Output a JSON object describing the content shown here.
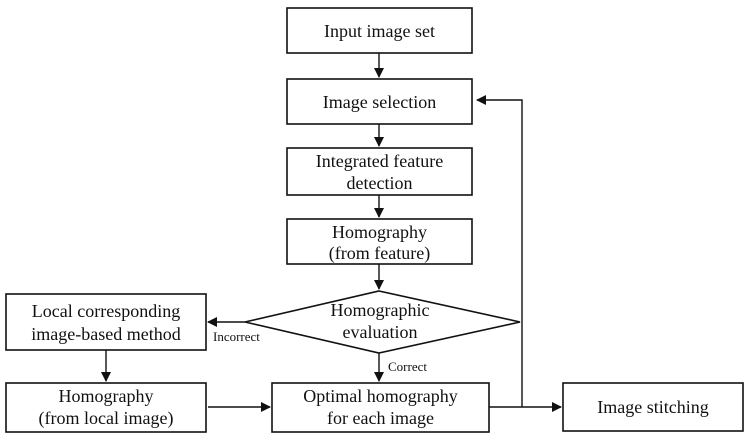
{
  "nodes": {
    "input_image_set": {
      "lines": [
        "Input image set"
      ]
    },
    "image_selection": {
      "lines": [
        "Image selection"
      ]
    },
    "integrated_feature_detection": {
      "lines": [
        "Integrated feature",
        "detection"
      ]
    },
    "homography_feature": {
      "lines": [
        "Homography",
        "(from feature)"
      ]
    },
    "homographic_evaluation": {
      "lines": [
        "Homographic",
        "evaluation"
      ]
    },
    "local_method": {
      "lines": [
        "Local corresponding",
        "image-based method"
      ]
    },
    "homography_local": {
      "lines": [
        "Homography",
        "(from local image)"
      ]
    },
    "optimal_homography": {
      "lines": [
        "Optimal homography",
        "for each image"
      ]
    },
    "image_stitching": {
      "lines": [
        "Image stitching"
      ]
    }
  },
  "edge_labels": {
    "incorrect": "Incorrect",
    "correct": "Correct"
  },
  "colors": {
    "stroke": "#111111",
    "fill": "#ffffff"
  }
}
